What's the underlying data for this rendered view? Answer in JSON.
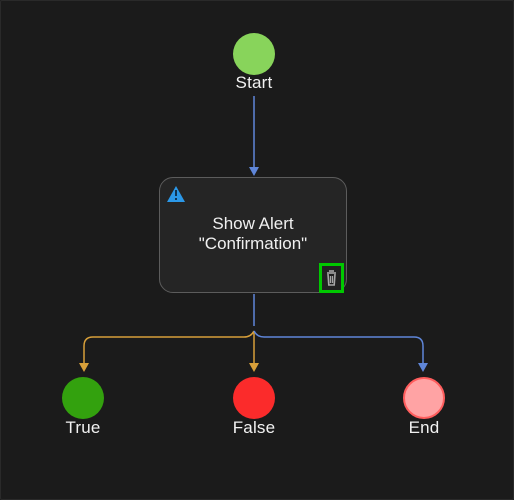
{
  "flow": {
    "start_label": "Start",
    "alert_title": "Show Alert",
    "alert_subtitle": "\"Confirmation\"",
    "true_label": "True",
    "false_label": "False",
    "end_label": "End"
  },
  "colors": {
    "background": "#1b1b1b",
    "start_node": "#88d45b",
    "true_node": "#33a10e",
    "false_node": "#fb2b2b",
    "end_node": "#ffa3a4",
    "end_border": "#ff5d5d",
    "blue_connector": "#5f86d9",
    "orange_connector": "#d8a03a",
    "warning_icon": "#2b98e8",
    "delete_highlight": "#00c800"
  },
  "icons": {
    "warning": "warning-icon",
    "delete": "trash-icon"
  }
}
